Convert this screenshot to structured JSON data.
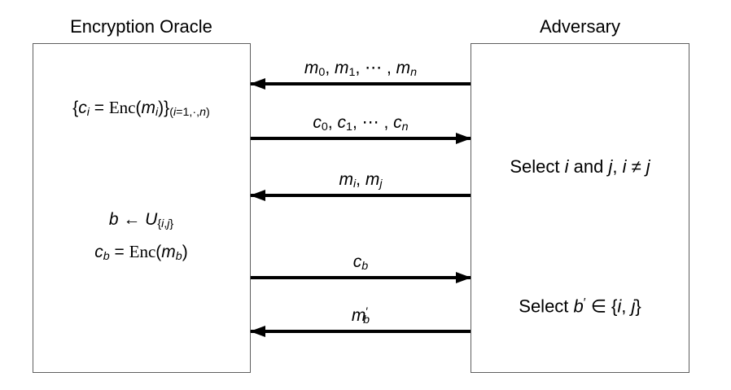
{
  "colors": {
    "background": "#ffffff",
    "text": "#000000",
    "box_border": "#5f5f5f",
    "arrow": "#000000"
  },
  "oracle": {
    "title": "Encryption Oracle",
    "formula_batch_encrypt": {
      "text": "{c_i = Enc(m_i)}_(i=1,·,n)",
      "segments": [
        {
          "t": "{",
          "s": "p"
        },
        {
          "t": "c",
          "s": "v"
        },
        {
          "t": "i",
          "s": "vsub"
        },
        {
          "t": " = ",
          "s": "p"
        },
        {
          "t": "Enc",
          "s": "rm"
        },
        {
          "t": "(",
          "s": "p"
        },
        {
          "t": "m",
          "s": "v"
        },
        {
          "t": "i",
          "s": "vsub"
        },
        {
          "t": ")}",
          "s": "p"
        },
        {
          "t": "(",
          "s": "sub"
        },
        {
          "t": "i",
          "s": "vsub"
        },
        {
          "t": "=1,·,",
          "s": "sub"
        },
        {
          "t": "n",
          "s": "vsub"
        },
        {
          "t": ")",
          "s": "sub"
        }
      ]
    },
    "formula_pick_bit": {
      "text": "b ← U_{i,j}",
      "segments": [
        {
          "t": "b",
          "s": "v"
        },
        {
          "t": " ← ",
          "s": "p"
        },
        {
          "t": "U",
          "s": "v"
        },
        {
          "t": "{",
          "s": "sub"
        },
        {
          "t": "i",
          "s": "vsub"
        },
        {
          "t": ",",
          "s": "sub"
        },
        {
          "t": "j",
          "s": "vsub"
        },
        {
          "t": "}",
          "s": "sub"
        }
      ]
    },
    "formula_encrypt_challenge": {
      "text": "c_b = Enc(m_b)",
      "segments": [
        {
          "t": "c",
          "s": "v"
        },
        {
          "t": "b",
          "s": "vsub"
        },
        {
          "t": " = ",
          "s": "p"
        },
        {
          "t": "Enc",
          "s": "rm"
        },
        {
          "t": "(",
          "s": "p"
        },
        {
          "t": "m",
          "s": "v"
        },
        {
          "t": "b",
          "s": "vsub"
        },
        {
          "t": ")",
          "s": "p"
        }
      ]
    }
  },
  "adversary": {
    "title": "Adversary",
    "note_select_ij": {
      "text": "Select i and j, i ≠ j",
      "segments": [
        {
          "t": "Select ",
          "s": "p"
        },
        {
          "t": "i",
          "s": "v"
        },
        {
          "t": " and ",
          "s": "p"
        },
        {
          "t": "j",
          "s": "v"
        },
        {
          "t": ", ",
          "s": "p"
        },
        {
          "t": "i",
          "s": "v"
        },
        {
          "t": " ≠ ",
          "s": "p"
        },
        {
          "t": "j",
          "s": "v"
        }
      ]
    },
    "note_select_guess": {
      "text": "Select b′ ∈ {i, j}",
      "segments": [
        {
          "t": "Select ",
          "s": "p"
        },
        {
          "t": "b",
          "s": "v"
        },
        {
          "t": "′",
          "s": "sup"
        },
        {
          "t": " ∈ {",
          "s": "p"
        },
        {
          "t": "i",
          "s": "v"
        },
        {
          "t": ", ",
          "s": "p"
        },
        {
          "t": "j",
          "s": "v"
        },
        {
          "t": "}",
          "s": "p"
        }
      ]
    }
  },
  "arrows": [
    {
      "direction": "left",
      "label_text": "m_0, m_1, ⋯ , m_n",
      "label": [
        {
          "t": "m",
          "s": "v"
        },
        {
          "t": "0",
          "s": "sub"
        },
        {
          "t": ", ",
          "s": "p"
        },
        {
          "t": "m",
          "s": "v"
        },
        {
          "t": "1",
          "s": "sub"
        },
        {
          "t": ", ⋯ , ",
          "s": "p"
        },
        {
          "t": "m",
          "s": "v"
        },
        {
          "t": "n",
          "s": "vsub"
        }
      ]
    },
    {
      "direction": "right",
      "label_text": "c_0, c_1, ⋯ , c_n",
      "label": [
        {
          "t": "c",
          "s": "v"
        },
        {
          "t": "0",
          "s": "sub"
        },
        {
          "t": ", ",
          "s": "p"
        },
        {
          "t": "c",
          "s": "v"
        },
        {
          "t": "1",
          "s": "sub"
        },
        {
          "t": ", ⋯ , ",
          "s": "p"
        },
        {
          "t": "c",
          "s": "v"
        },
        {
          "t": "n",
          "s": "vsub"
        }
      ]
    },
    {
      "direction": "left",
      "label_text": "m_i, m_j",
      "label": [
        {
          "t": "m",
          "s": "v"
        },
        {
          "t": "i",
          "s": "vsub"
        },
        {
          "t": ", ",
          "s": "p"
        },
        {
          "t": "m",
          "s": "v"
        },
        {
          "t": "j",
          "s": "vsub"
        }
      ]
    },
    {
      "direction": "right",
      "label_text": "c_b",
      "label": [
        {
          "t": "c",
          "s": "v"
        },
        {
          "t": "b",
          "s": "vsub"
        }
      ]
    },
    {
      "direction": "left",
      "label_text": "m′_b",
      "label": [
        {
          "t": "m",
          "s": "v"
        },
        {
          "t": "′",
          "s": "sup"
        },
        {
          "t": "b",
          "s": "vsubt"
        }
      ]
    }
  ]
}
